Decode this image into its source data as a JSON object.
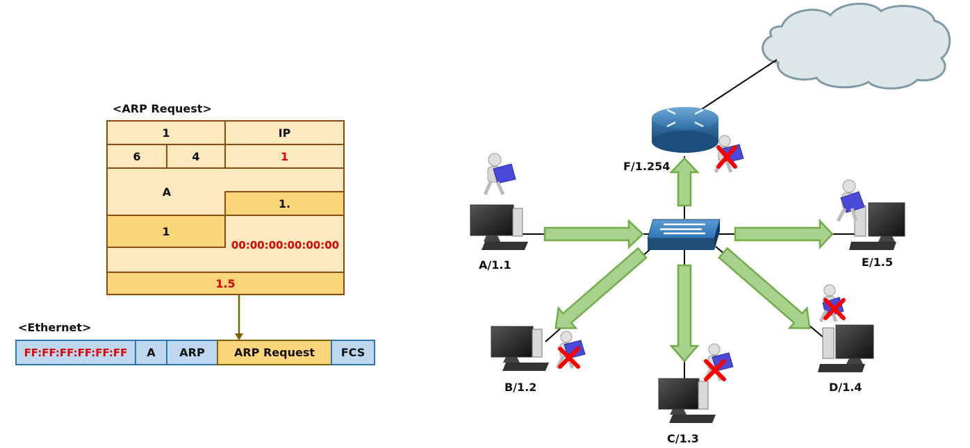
{
  "arp_request": {
    "title": "<ARP Request>",
    "hardware_type": "1",
    "protocol_type": "IP",
    "hw_len": "6",
    "proto_len": "4",
    "opcode": "1",
    "sender_mac": "A",
    "sender_ip": "1.",
    "target_label": "1",
    "target_mac": "00:00:00:00:00:00",
    "target_ip": "1.5"
  },
  "ethernet": {
    "title": "<Ethernet>",
    "dest_mac": "FF:FF:FF:FF:FF:FF",
    "src": "A",
    "type": "ARP",
    "payload": "ARP Request",
    "fcs": "FCS"
  },
  "network": {
    "router_label": "F/1.254",
    "hosts": {
      "a": "A/1.1",
      "b": "B/1.2",
      "c": "C/1.3",
      "d": "D/1.4",
      "e": "E/1.5"
    }
  },
  "colors": {
    "cell_light": "#fde9c0",
    "cell_dark": "#fbd579",
    "cell_border": "#8b4a10",
    "eth_fill": "#bdd7ee",
    "eth_border": "#2e75b6",
    "payload_fill": "#fbd579",
    "arrow_fill": "#a9d18e",
    "arrow_stroke": "#70ad47",
    "reject_mark": "#ff0000"
  }
}
